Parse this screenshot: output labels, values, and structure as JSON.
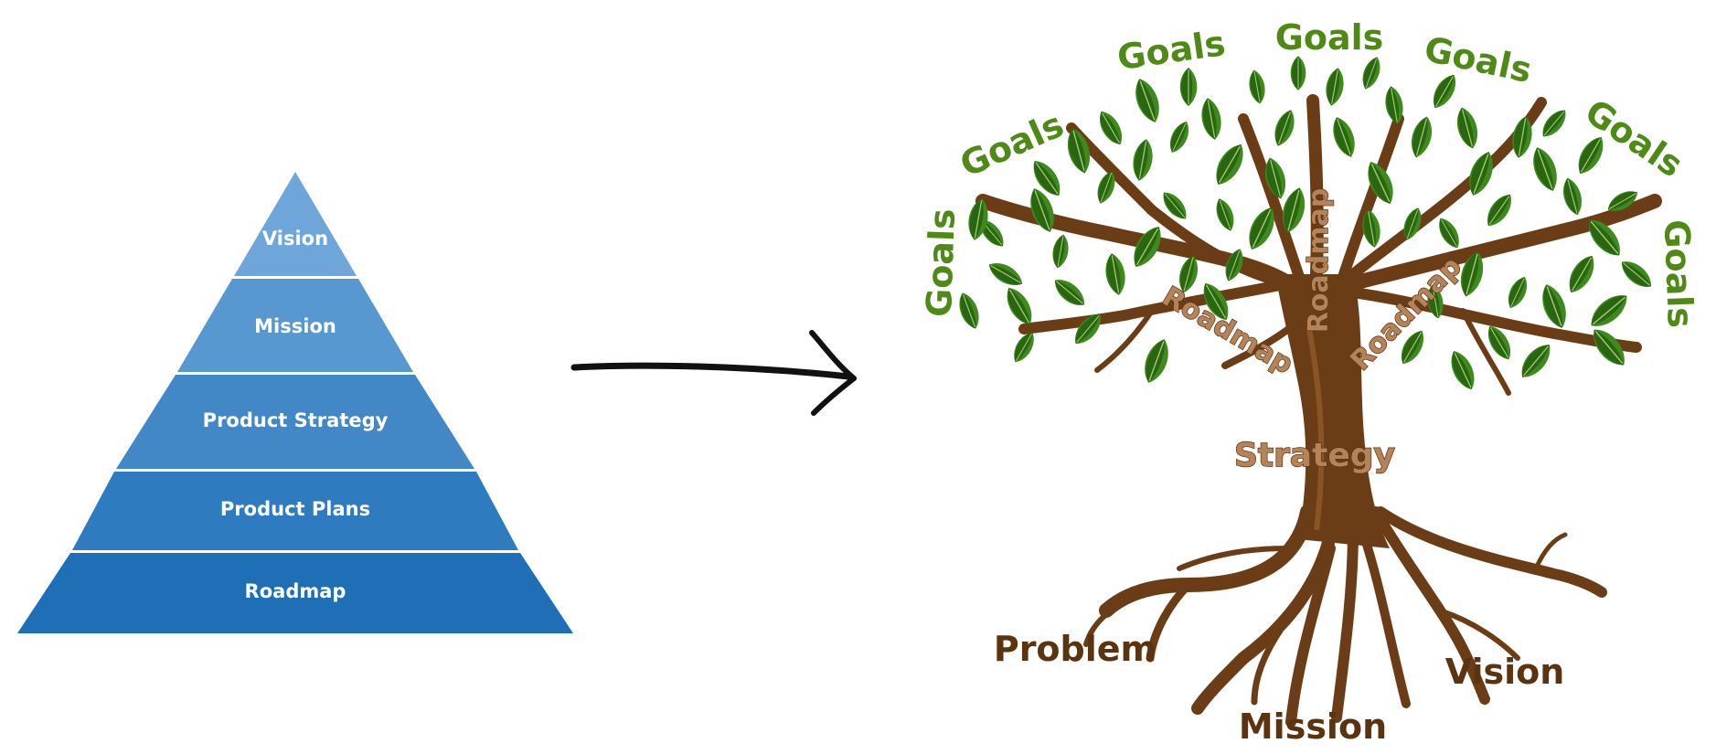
{
  "pyramid": {
    "levels": [
      {
        "label": "Vision",
        "color": "#6fa6d9"
      },
      {
        "label": "Mission",
        "color": "#5898d0"
      },
      {
        "label": "Product Strategy",
        "color": "#4288c7"
      },
      {
        "label": "Product Plans",
        "color": "#2f7bbf"
      },
      {
        "label": "Roadmap",
        "color": "#1f6fb7"
      }
    ]
  },
  "tree": {
    "goals": [
      "Goals",
      "Goals",
      "Goals",
      "Goals",
      "Goals",
      "Goals",
      "Goals"
    ],
    "branches": [
      "Roadmap",
      "Roadmap",
      "Roadmap"
    ],
    "trunk": "Strategy",
    "roots": [
      "Problem",
      "Mission",
      "Vision"
    ]
  },
  "colors": {
    "leaf": "#3f8a1e",
    "leaf_dark": "#2a6512",
    "bark": "#6b3d17",
    "goal_text": "#4f8a16",
    "root_text": "#5a3311"
  }
}
